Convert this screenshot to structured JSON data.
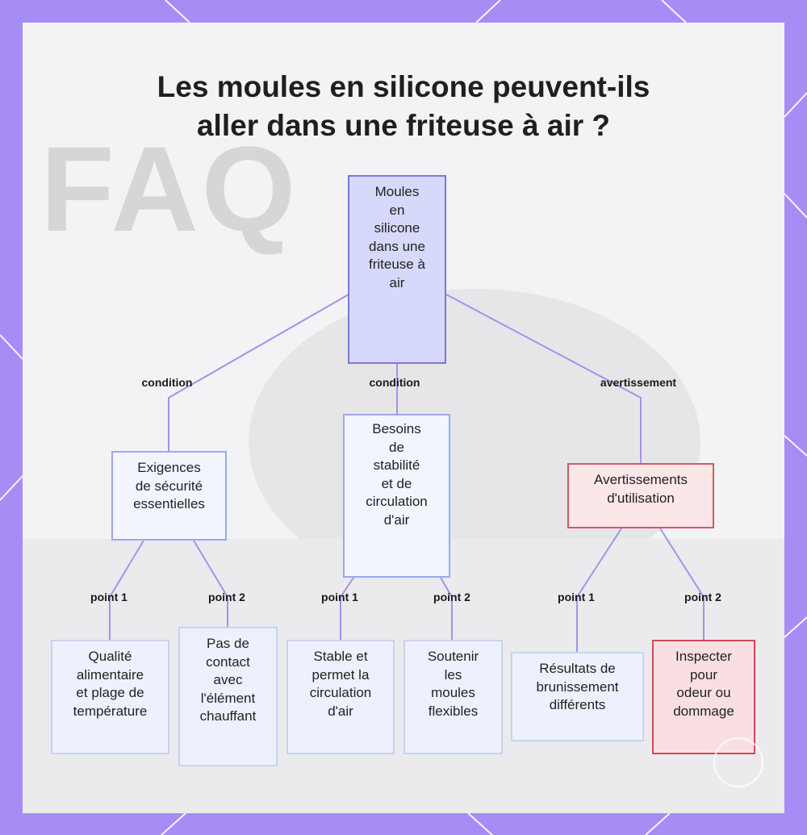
{
  "title_line1": "Les moules en silicone peuvent-ils",
  "title_line2": "aller dans une friteuse à air ?",
  "background_text": "FAQ",
  "colors": {
    "frame": "#a68cf5",
    "root_fill": "#d7d9fb",
    "root_border": "#7b78d8",
    "node_border": "#9da9e6",
    "warning_fill": "#fbe6e8",
    "warning_border": "#d05a66",
    "edge": "#a492ee"
  },
  "nodes": {
    "root": "Moules\nen\nsilicone\ndans une\nfriteuse à\nair",
    "safety": "Exigences\nde sécurité\nessentielles",
    "stability": "Besoins\nde\nstabilité\net de\ncirculation\nd'air",
    "warnings": "Avertissements\nd'utilisation",
    "food_grade": "Qualité\nalimentaire\net plage de\ntempérature",
    "no_contact": "Pas de\ncontact\navec\nl'élément\nchauffant",
    "stable_air": "Stable et\npermet la\ncirculation\nd'air",
    "support": "Soutenir\nles\nmoules\nflexibles",
    "browning": "Résultats de\nbrunissement\ndifférents",
    "inspect": "Inspecter\npour\nodeur ou\ndommage"
  },
  "edges": {
    "root_safety": "condition",
    "root_stability": "condition",
    "root_warnings": "avertissement",
    "safety_1": "point 1",
    "safety_2": "point 2",
    "stability_1": "point 1",
    "stability_2": "point 2",
    "warnings_1": "point 1",
    "warnings_2": "point 2"
  }
}
